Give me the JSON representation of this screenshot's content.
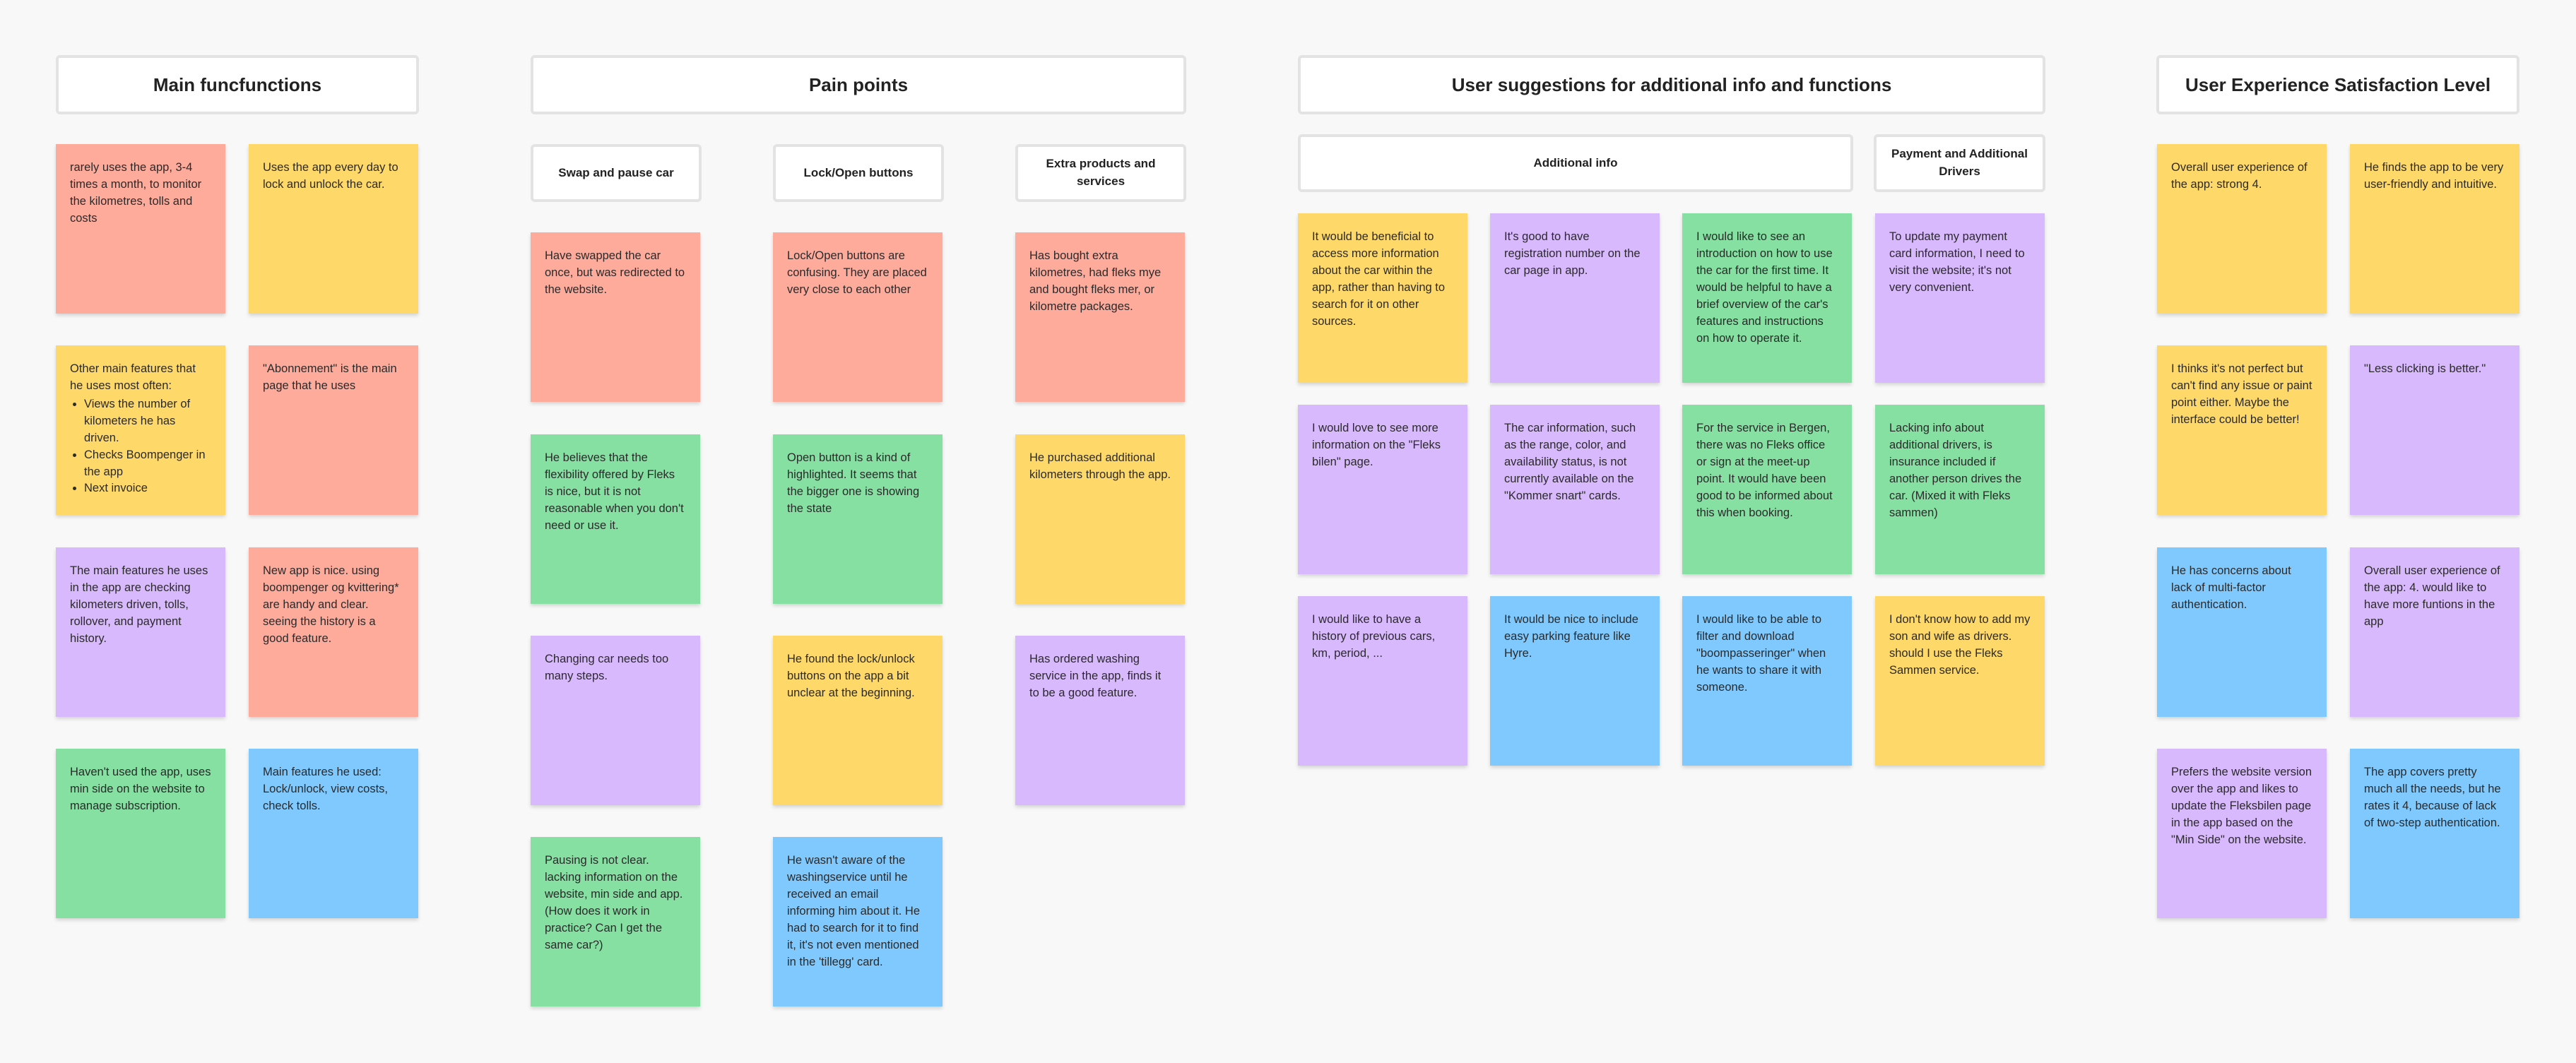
{
  "colors": {
    "red": "#ffab9c",
    "yellow": "#ffd86a",
    "purple": "#d9b9fd",
    "green": "#85e0a2",
    "blue": "#80c9fe"
  },
  "sections": {
    "main": "Main funcfunctions",
    "pain": "Pain points",
    "suggestions": "User suggestions for additional info and functions",
    "ux": "User Experience Satisfaction Level"
  },
  "subsections": {
    "swap": "Swap and pause car",
    "lock": "Lock/Open buttons",
    "extra": "Extra products and services",
    "addinfo": "Additional info",
    "payment": "Payment and Additional Drivers"
  },
  "notes": {
    "main": [
      "rarely uses the app, 3-4 times a month, to monitor the kilometres, tolls and costs",
      "Uses the app every day to lock and unlock the car.",
      "Other main features that he uses most often:",
      "\"Abonnement\" is the main page that he uses",
      "The main features he uses in the app are checking kilometers driven, tolls, rollover, and payment history.",
      "New app is nice. using boompenger og kvittering* are handy and clear. seeing the history is a good feature.",
      "Haven't used the app, uses min side on the website to manage subscription.",
      "Main features he used: Lock/unlock, view costs, check tolls."
    ],
    "main_list": [
      "Views the number of kilometers he has driven.",
      "Checks Boompenger in the app",
      "Next invoice"
    ],
    "swap": [
      "Have swapped the car once, but was redirected to the website.",
      "He believes that the flexibility offered by Fleks is nice, but it is not reasonable when you don't need or use it.",
      "Changing car needs too many steps.",
      "Pausing is not clear. lacking information on the website, min side and app. (How does it work in practice? Can I get the same car?)"
    ],
    "lock": [
      "Lock/Open buttons are confusing. They are placed very close to each other",
      "Open button is a kind of highlighted. It seems that the bigger one is showing the state",
      "He found the lock/unlock buttons on the app a bit unclear at the beginning.",
      "He wasn't aware of the washingservice until he received an email informing him about it. He had to search for it to find it, it's not even mentioned in the 'tillegg' card."
    ],
    "extra": [
      "Has bought extra kilometres, had fleks mye and bought fleks mer, or kilometre packages.",
      "He purchased additional kilometers through the app.",
      "Has ordered washing service in the app, finds it to be a good feature."
    ],
    "addinfo": [
      "It would be beneficial to access more information about the car within the app, rather than having to search for it on other sources.",
      "It's good to have registration number on the car page in app.",
      "I would like to see an introduction on how to use the car for the first time. It would be helpful to have a brief overview of the car's features and instructions on how to operate it.",
      "I would love to see more information on the \"Fleks bilen\" page.",
      "The car information, such as the range, color, and availability status, is not currently available on the \"Kommer snart\" cards.",
      "For the service in Bergen, there was no Fleks office or sign at the meet-up point. It would have been good to be informed about this when booking.",
      "I would like to have a history of previous cars, km, period, ...",
      "It would be nice to include easy parking feature like Hyre.",
      "I would like to be able to filter and download \"boompasseringer\" when he wants to share it with someone."
    ],
    "payment": [
      "To update my payment card information, I need to visit the website; it's not very convenient.",
      "Lacking info about additional drivers, is insurance included if another person drives the car. (Mixed it with Fleks sammen)",
      "I don't know how to add my son and wife as drivers. should I use the Fleks Sammen service."
    ],
    "ux": [
      "Overall user experience of the app: strong 4.",
      "He finds the app to be very user-friendly and intuitive.",
      "I thinks it's not perfect but can't find any issue or paint point either. Maybe the interface could be better!",
      "\"Less clicking is better.\"",
      "He has concerns about lack of multi-factor authentication.",
      "Overall user experience of the app: 4. would like to have more funtions in the app",
      "Prefers the website version over the app and likes to update the Fleksbilen page in the app based on the \"Min Side\" on the website.",
      "The app covers pretty much all the needs, but he rates it 4, because of lack of two-step authentication."
    ]
  }
}
